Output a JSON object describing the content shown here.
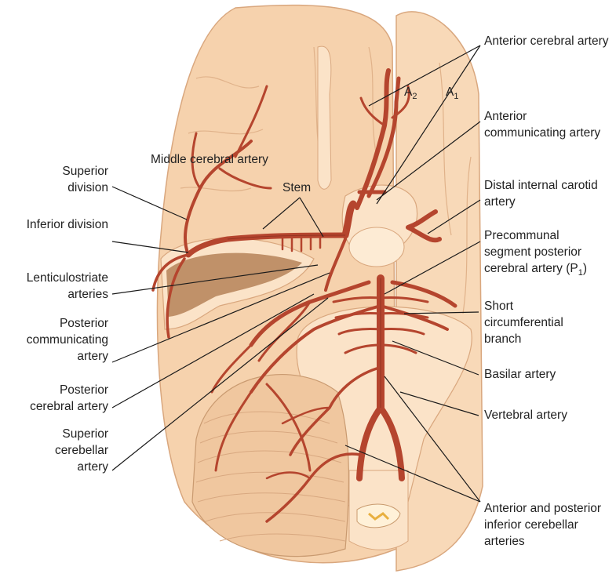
{
  "labels": {
    "anterior_cerebral": "Anterior cerebral artery",
    "a2": "A",
    "a2_sub": "2",
    "a1": "A",
    "a1_sub": "1",
    "anterior_communicating": "Anterior communicating artery",
    "distal_internal_carotid": "Distal internal carotid artery",
    "precommunal_l1": "Precommunal",
    "precommunal_l2": "segment posterior",
    "precommunal_l3": "cerebral artery (P",
    "precommunal_sub": "1",
    "precommunal_close": ")",
    "short_circumferential": "Short circumferential branch",
    "basilar": "Basilar artery",
    "vertebral": "Vertebral artery",
    "anterior_posterior_inferior_cerebellar": "Anterior and posterior inferior cerebellar arteries",
    "middle_cerebral": "Middle cerebral artery",
    "stem": "Stem",
    "superior_division": "Superior division",
    "inferior_division": "Inferior division",
    "lenticulostriate": "Lenticulostriate arteries",
    "posterior_communicating": "Posterior communicating artery",
    "posterior_cerebral": "Posterior cerebral artery",
    "superior_cerebellar": "Superior cerebellar artery"
  },
  "colors": {
    "brain": "#f6d2ad",
    "brain_light": "#fbe3c8",
    "brain_line": "#d9a77e",
    "artery": "#b5452e",
    "artery_dark": "#7e2a1b",
    "cavity": "#b9875e",
    "leader": "#1a1a1a"
  }
}
